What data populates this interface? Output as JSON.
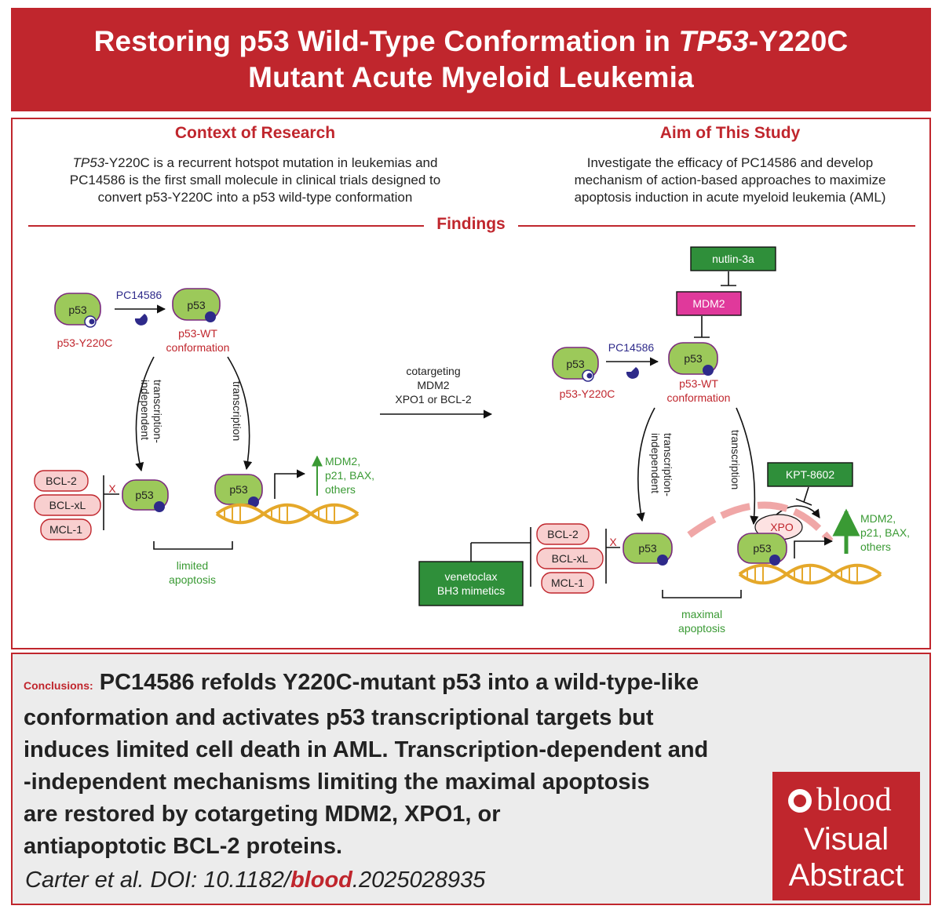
{
  "title": {
    "line1_prefix": "Restoring p53 Wild-Type Conformation in ",
    "line1_gene": "TP53",
    "line1_suffix": "-Y220C",
    "line2": "Mutant Acute Myeloid Leukemia"
  },
  "context": {
    "heading": "Context of Research",
    "line1_gene": "TP53",
    "line1_rest": "-Y220C is a recurrent hotspot mutation in leukemias and",
    "line2": "PC14586 is the first small molecule in clinical trials designed to",
    "line3": "convert p53-Y220C into a p53 wild-type conformation"
  },
  "aim": {
    "heading": "Aim of This Study",
    "line1": "Investigate the efficacy of PC14586 and develop",
    "line2": "mechanism of action-based approaches to maximize",
    "line3": "apoptosis induction in acute myeloid leukemia (AML)"
  },
  "findings": {
    "heading": "Findings",
    "p53": "p53",
    "drug": "PC14586",
    "mutant_label": "p53-Y220C",
    "wt_label_1": "p53-WT",
    "wt_label_2": "conformation",
    "ti_1": "transcription-",
    "ti_2": "independent",
    "transcription": "transcription",
    "bcl2": "BCL-2",
    "bclxl": "BCL-xL",
    "mcl1": "MCL-1",
    "x_mark": "X",
    "targets_1": "MDM2,",
    "targets_2": "p21, BAX,",
    "targets_3": "others",
    "limited_1": "limited",
    "limited_2": "apoptosis",
    "cot_1": "cotargeting",
    "cot_2": "MDM2",
    "cot_3": "XPO1 or BCL-2",
    "nutlin": "nutlin-3a",
    "mdm2": "MDM2",
    "kpt": "KPT-8602",
    "xpo": "XPO",
    "ven_1": "venetoclax",
    "ven_2": "BH3 mimetics",
    "maximal_1": "maximal",
    "maximal_2": "apoptosis"
  },
  "conclusions": {
    "label": "Conclusions:",
    "line1": "PC14586 refolds Y220C-mutant p53 into a wild-type-like",
    "line2": "conformation and activates p53 transcriptional targets but",
    "line3": "induces limited cell death in AML. Transcription-dependent and",
    "line4": "-independent mechanisms limiting the maximal apoptosis",
    "line5": "are restored by cotargeting MDM2, XPO1, or",
    "line6": "antiapoptotic BCL-2 proteins."
  },
  "citation": {
    "prefix": "Carter et al. DOI: 10.1182/",
    "journal": "blood",
    "suffix": ".2025028935"
  },
  "badge": {
    "logo": "blood",
    "line1": "Visual",
    "line2": "Abstract"
  },
  "colors": {
    "red": "#c0262d",
    "p53_green": "#9cc95a",
    "drug_blue": "#2e2a8a",
    "antiapoptotic_pink": "#f8cfcf",
    "mdm2_magenta": "#e0399b",
    "inhibitor_green": "#2f8f3a",
    "target_green": "#3a9a34",
    "dna_gold": "#e5a82a"
  }
}
